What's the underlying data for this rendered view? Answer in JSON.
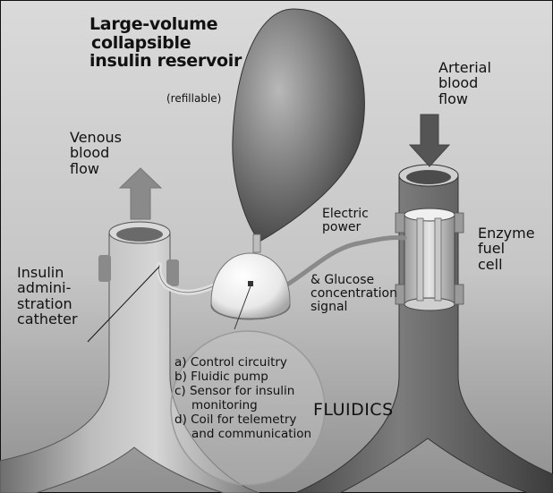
{
  "figure": {
    "reservoir_label": {
      "line1": "Large-volume",
      "line2": "collapsible",
      "line3": "insulin reservoir",
      "note": "(refillable)"
    },
    "arterial_label": {
      "line1": "Arterial",
      "line2": "blood",
      "line3": "flow"
    },
    "venous_label": {
      "line1": "Venous",
      "line2": "blood",
      "line3": "flow"
    },
    "electric_label": {
      "line1": "Electric",
      "line2": "power"
    },
    "fuel_cell_label": {
      "line1": "Enzyme",
      "line2": "fuel",
      "line3": "cell"
    },
    "glucose_label": {
      "line1": "& Glucose",
      "line2": "concentration",
      "line3": "signal"
    },
    "catheter_label": {
      "line1": "Insulin",
      "line2": "admini-",
      "line3": "stration",
      "line4": "catheter"
    },
    "components": [
      "a) Control circuitry",
      "b) Fluidic pump",
      "c) Sensor for insulin",
      "monitoring",
      "d) Coil for telemetry",
      "and communication"
    ],
    "fluidics_label": "FLUIDICS"
  }
}
